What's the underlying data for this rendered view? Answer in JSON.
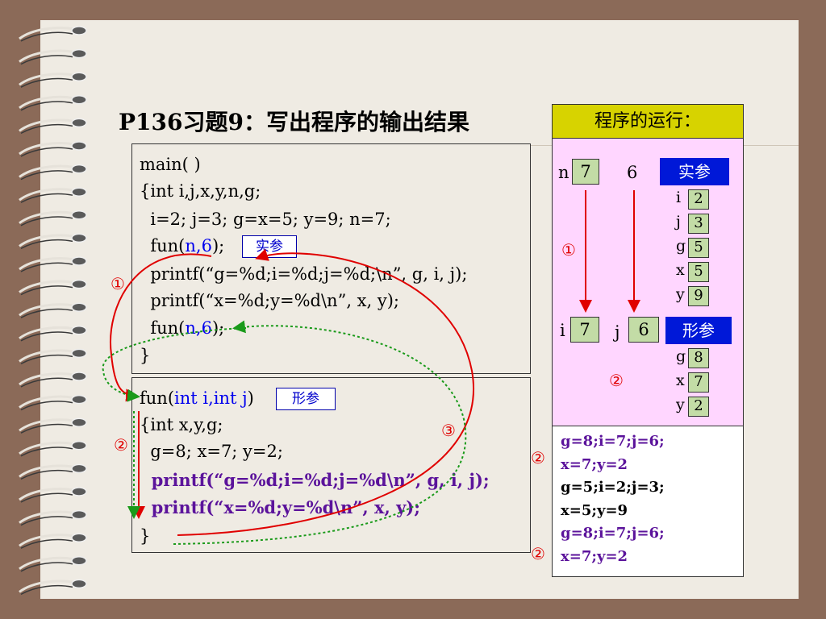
{
  "title": "P136习题9：写出程序的输出结果",
  "main_code": {
    "l1": "main( )",
    "l2": "{int i,j,x,y,n,g;",
    "l3": "  i=2; j=3; g=x=5; y=9; n=7;",
    "l4_pre": "  fun(",
    "l4_arg": "n,6",
    "l4_post": ");",
    "l5": "  printf(“g=%d;i=%d;j=%d;\\n”, g, i, j);",
    "l6": "  printf(“x=%d;y=%d\\n”, x, y);",
    "l7_pre": "  fun(",
    "l7_arg": "n,6",
    "l7_post": ");",
    "l8": "}",
    "tag": "实参"
  },
  "fun_code": {
    "l1_pre": "fun(",
    "l1_arg": "int i,int j",
    "l1_post": ")",
    "l2": "{int x,y,g;",
    "l3": "  g=8; x=7; y=2;",
    "l4": "  printf(“g=%d;i=%d;j=%d\\n”, g, i, j);",
    "l5": "  printf(“x=%d;y=%d\\n”, x, y);",
    "l6": "}",
    "tag": "形参"
  },
  "markers": {
    "one": "①",
    "two": "②",
    "three": "③"
  },
  "panel": {
    "header": "程序的运行：",
    "n_label": "n",
    "n_value": "7",
    "six": "6",
    "shican": "实参",
    "xingcan": "形参",
    "i_label": "i",
    "i_value": "7",
    "j_label": "j",
    "j_value": "6",
    "main_vars": [
      {
        "name": "i",
        "value": "2"
      },
      {
        "name": "j",
        "value": "3"
      },
      {
        "name": "g",
        "value": "5"
      },
      {
        "name": "x",
        "value": "5"
      },
      {
        "name": "y",
        "value": "9"
      }
    ],
    "fun_vars": [
      {
        "name": "g",
        "value": "8"
      },
      {
        "name": "x",
        "value": "7"
      },
      {
        "name": "y",
        "value": "2"
      }
    ]
  },
  "output": [
    {
      "text": "g=8;i=7;j=6;",
      "color": "#5b139b"
    },
    {
      "text": "x=7;y=2",
      "color": "#5b139b"
    },
    {
      "text": "g=5;i=2;j=3;",
      "color": "#000000"
    },
    {
      "text": "x=5;y=9",
      "color": "#000000"
    },
    {
      "text": "g=8;i=7;j=6;",
      "color": "#5b139b"
    },
    {
      "text": "x=7;y=2",
      "color": "#5b139b"
    }
  ],
  "colors": {
    "arrow_red": "#e00000",
    "arrow_green": "#1a9a1a",
    "header_bg": "#d7d300",
    "panel_bg": "#ffd6ff",
    "cell_bg": "#c3dca6",
    "tag_bg": "#0018d8"
  }
}
